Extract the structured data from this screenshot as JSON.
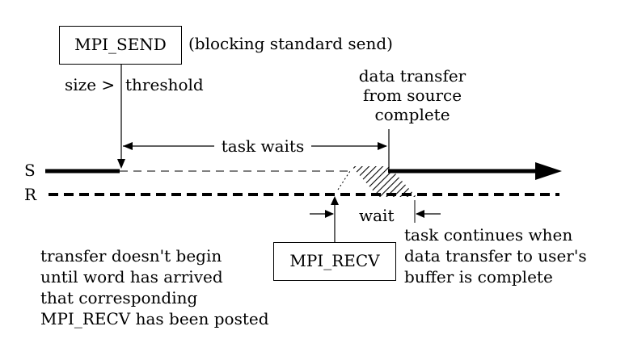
{
  "send_box": {
    "label": "MPI_SEND"
  },
  "send_desc": "(blocking standard send)",
  "size_note": {
    "left": "size >",
    "right": "threshold"
  },
  "transfer_done": [
    "data transfer",
    "from source",
    "complete"
  ],
  "task_waits": "task waits",
  "rows": {
    "sender": "S",
    "receiver": "R"
  },
  "wait_label": "wait",
  "recv_box": {
    "label": "MPI_RECV"
  },
  "note_left": [
    "transfer doesn't begin",
    "until word has arrived",
    "that corresponding",
    "MPI_RECV has been posted"
  ],
  "note_right": [
    "task continues when",
    "data transfer to user's",
    "buffer is complete"
  ]
}
